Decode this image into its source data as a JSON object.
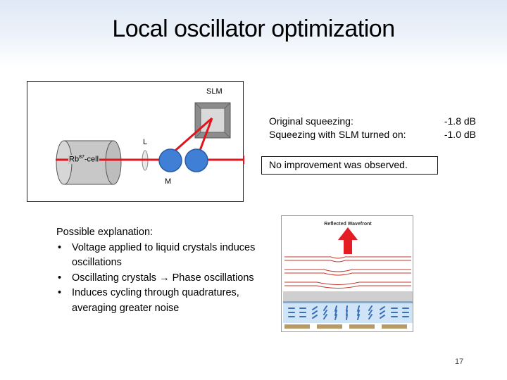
{
  "title": "Local oscillator optimization",
  "diagram": {
    "slm_label": "SLM",
    "lens_label": "L",
    "cell_label": "Rb",
    "cell_sup": "87",
    "cell_suffix": "-cell",
    "mirror_label": "M",
    "colors": {
      "beam": "#e0141b",
      "mirror": "#3f7fd6",
      "cell": "#c8c8c8",
      "slm": "#8c8c8c"
    }
  },
  "results": {
    "original_label": "Original squeezing:",
    "original_value": "-1.8 dB",
    "slm_label": "Squeezing with SLM turned on:",
    "slm_value": "-1.0 dB",
    "conclusion": "No improvement was observed."
  },
  "explanation": {
    "heading": "Possible explanation:",
    "bullets": [
      "Voltage applied to liquid crystals induces oscillations",
      "Oscillating crystals → Phase oscillations",
      "Induces cycling through quadratures, averaging greater noise"
    ]
  },
  "figure": {
    "caption": "Reflected Wavefront",
    "colors": {
      "arrow": "#e41c24",
      "wave": "#c0392b",
      "substrate": "#cfcfcf",
      "crystal_bg": "#cfe4f7",
      "electrode": "#b89a66"
    }
  },
  "page_number": "17"
}
